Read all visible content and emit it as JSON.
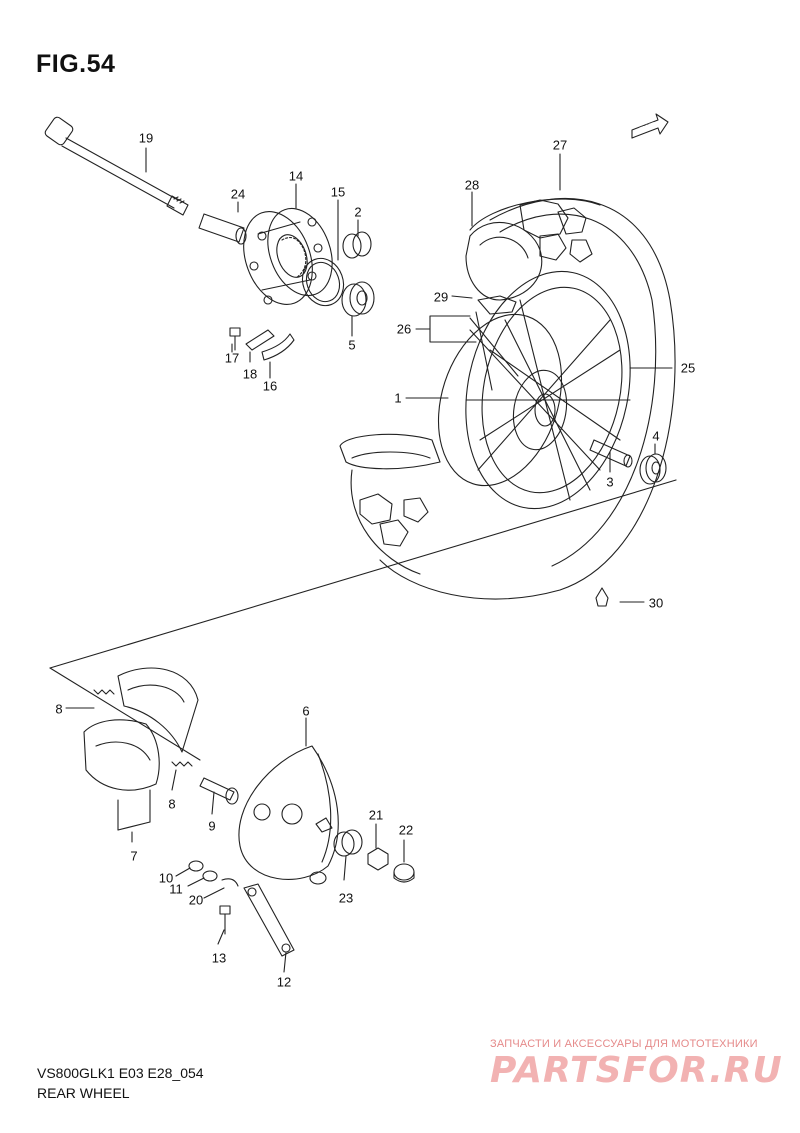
{
  "figure": {
    "title": "FIG.54",
    "model_code": "VS800GLK1 E03 E28_054",
    "name": "REAR WHEEL",
    "fwd_label": "FWD"
  },
  "watermark": {
    "text": "ЗАПЧАСТИ И АКСЕССУАРЫ ДЛЯ МОТОТЕХНИКИ",
    "logo": "PARTSFOR.RU"
  },
  "callouts": {
    "c1": "1",
    "c2": "2",
    "c3": "3",
    "c4": "4",
    "c5": "5",
    "c6": "6",
    "c7": "7",
    "c8a": "8",
    "c8b": "8",
    "c9": "9",
    "c10": "10",
    "c11": "11",
    "c12": "12",
    "c13": "13",
    "c14": "14",
    "c15": "15",
    "c16": "16",
    "c17": "17",
    "c18": "18",
    "c19": "19",
    "c20": "20",
    "c21": "21",
    "c22": "22",
    "c23": "23",
    "c24": "24",
    "c25": "25",
    "c26": "26",
    "c27": "27",
    "c28": "28",
    "c29": "29",
    "c30": "30"
  },
  "colors": {
    "line": "#222222",
    "watermark": "#f2b2b2"
  }
}
